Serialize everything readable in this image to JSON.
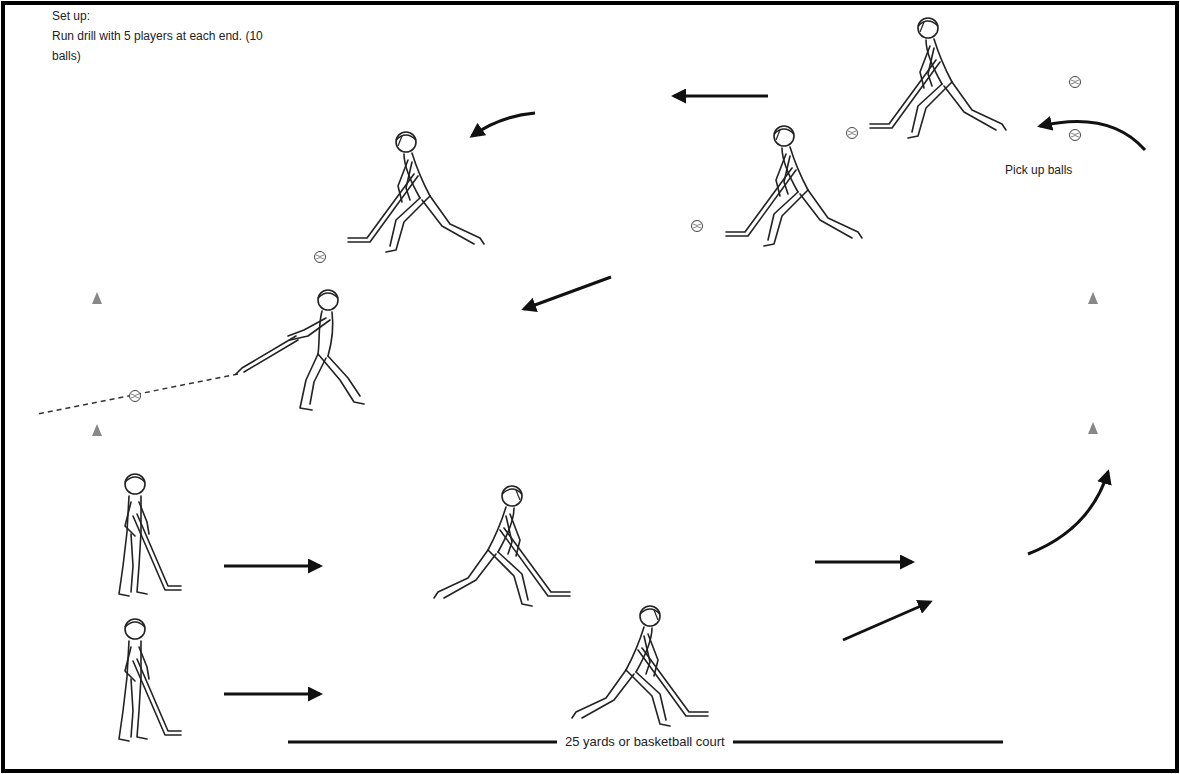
{
  "diagram": {
    "labels": [
      "Set up:",
      "Run drill with 5 players at each end. (10 balls)",
      "Pick up balls",
      "25 yards or basketball court"
    ]
  }
}
